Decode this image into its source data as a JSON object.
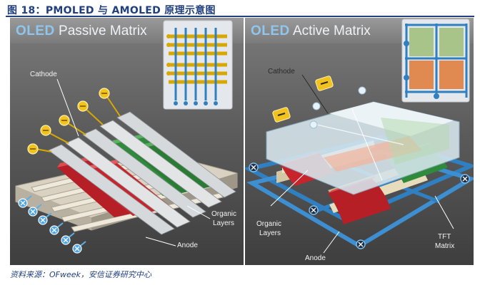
{
  "figure": {
    "title": "图 18：PMOLED 与 AMOLED 原理示意图",
    "source": "资料来源：OFweek，安信证券研究中心"
  },
  "passive": {
    "heading_prefix": "OLED",
    "heading_rest": " Passive Matrix",
    "labels": {
      "cathode": "Cathode",
      "organic_line1": "Organic",
      "organic_line2": "Layers",
      "anode": "Anode"
    }
  },
  "active": {
    "heading_prefix": "OLED",
    "heading_rest": " Active Matrix",
    "labels": {
      "cathode": "Cathode",
      "organic_line1": "Organic",
      "organic_line2": "Layers",
      "anode": "Anode",
      "tft_line1": "TFT",
      "tft_line2": "Matrix"
    }
  },
  "colors": {
    "title_blue": "#1f3f7f",
    "stripe_red": "#c8242c",
    "stripe_green": "#2f8a3c",
    "anode_yellow": "#e6b800",
    "matrix_blue": "#2f7fc1",
    "oled_cyan": "#8fc6ee"
  }
}
